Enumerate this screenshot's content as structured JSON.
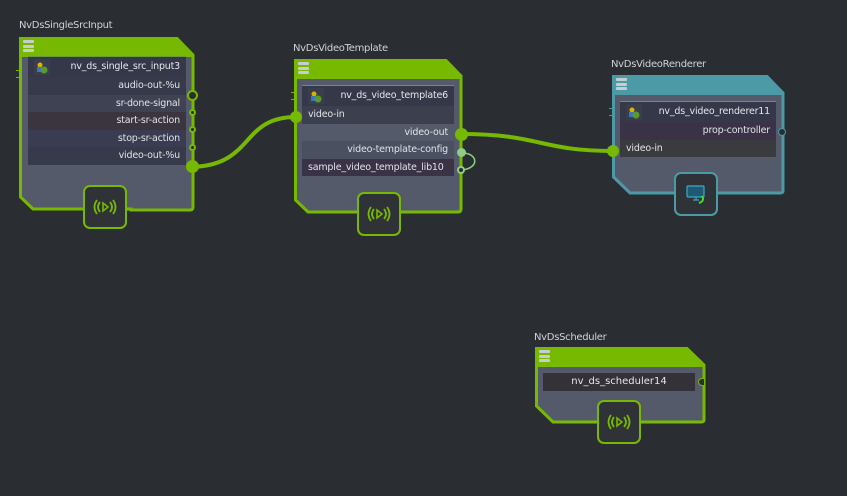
{
  "colors": {
    "background": "#2a2e32",
    "node_green": "#76b900",
    "node_teal": "#4b9aa6",
    "body": "#545a69",
    "link": "#76b900"
  },
  "nodes": {
    "single_src_input": {
      "type": "NvDsSingleSrcInput",
      "instance": "nv_ds_single_src_input3",
      "ports": [
        "audio-out-%u",
        "sr-done-signal",
        "start-sr-action",
        "stop-sr-action",
        "video-out-%u"
      ],
      "badge_icon": "broadcast-icon"
    },
    "video_template": {
      "type": "NvDsVideoTemplate",
      "instance": "nv_ds_video_template6",
      "ports": [
        "video-in",
        "video-out",
        "video-template-config",
        "sample_video_template_lib10"
      ],
      "badge_icon": "broadcast-icon"
    },
    "video_renderer": {
      "type": "NvDsVideoRenderer",
      "instance": "nv_ds_video_renderer11",
      "ports": [
        "prop-controller",
        "video-in"
      ],
      "badge_icon": "monitor-icon"
    },
    "scheduler": {
      "type": "NvDsScheduler",
      "instance": "nv_ds_scheduler14",
      "badge_icon": "broadcast-icon"
    }
  },
  "links": [
    {
      "from": "nv_ds_single_src_input3.video-out-%u",
      "to": "nv_ds_video_template6.video-in"
    },
    {
      "from": "nv_ds_video_template6.video-out",
      "to": "nv_ds_video_renderer11.video-in"
    },
    {
      "from": "nv_ds_video_template6.video-template-config",
      "to": "nv_ds_video_template6.sample_video_template_lib10"
    }
  ]
}
